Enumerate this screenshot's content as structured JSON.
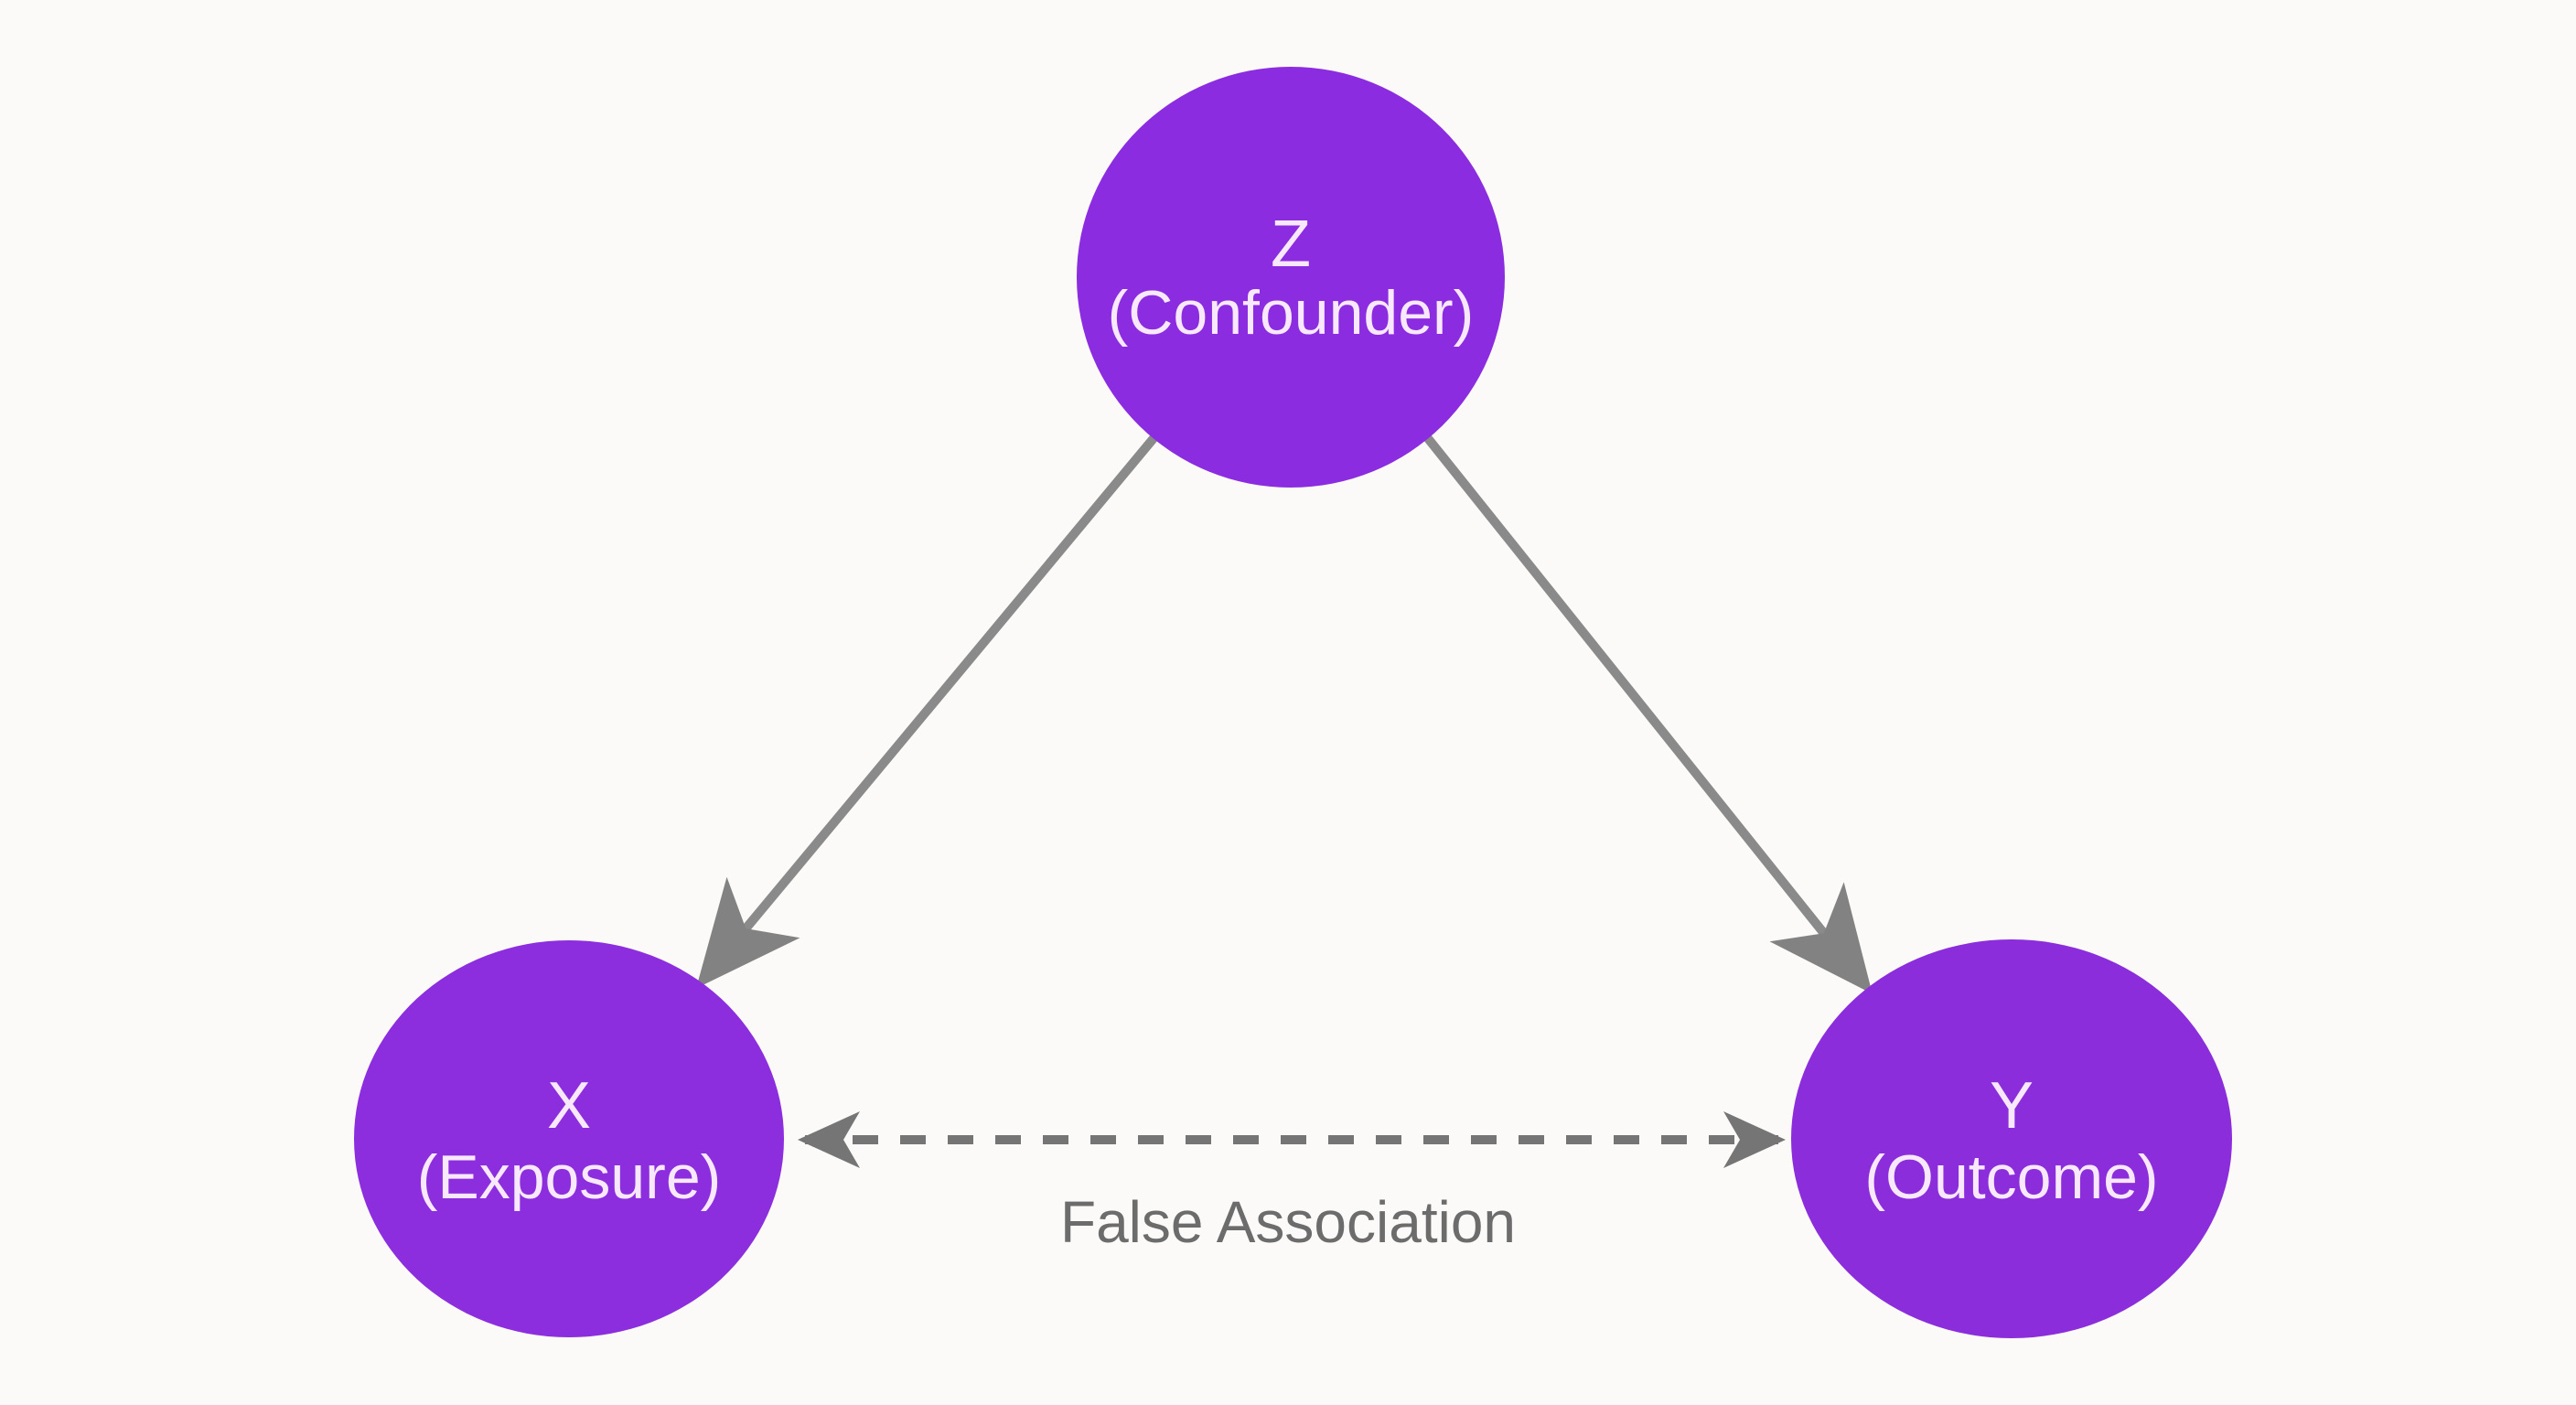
{
  "diagram": {
    "title": "Confounder causal diagram",
    "type": "directed-acyclic-graph",
    "background_color": "#fbfaf8",
    "nodes": [
      {
        "id": "Z",
        "label": "Z",
        "sublabel": "(Confounder)",
        "role": "confounder",
        "position": "top-center",
        "fill": "#8c2ce0",
        "text_color": "#f7e9fb"
      },
      {
        "id": "X",
        "label": "X",
        "sublabel": "(Exposure)",
        "role": "exposure",
        "position": "bottom-left",
        "fill": "#8d2ede",
        "text_color": "#f7e9fb"
      },
      {
        "id": "Y",
        "label": "Y",
        "sublabel": "(Outcome)",
        "role": "outcome",
        "position": "bottom-right",
        "fill": "#8c2ddc",
        "text_color": "#f7e9fb"
      }
    ],
    "edges": [
      {
        "from": "Z",
        "to": "X",
        "style": "solid",
        "directed": "one-way",
        "color": "#8a8a8a",
        "label": ""
      },
      {
        "from": "Z",
        "to": "Y",
        "style": "solid",
        "directed": "one-way",
        "color": "#8a8a8a",
        "label": ""
      },
      {
        "from": "X",
        "to": "Y",
        "style": "dashed",
        "directed": "two-way",
        "color": "#757575",
        "label": "False Association"
      }
    ],
    "edge_label": {
      "text": "False Association",
      "color": "#6c6c6c"
    },
    "colors": {
      "background": "#fbfaf8",
      "node_fill": "#8c2ce0",
      "node_text": "#f7e9fb",
      "solid_arrow": "#8a8a8a",
      "solid_arrowhead": "#828282",
      "dashed_arrow": "#757575",
      "label_text": "#6c6c6c"
    }
  }
}
